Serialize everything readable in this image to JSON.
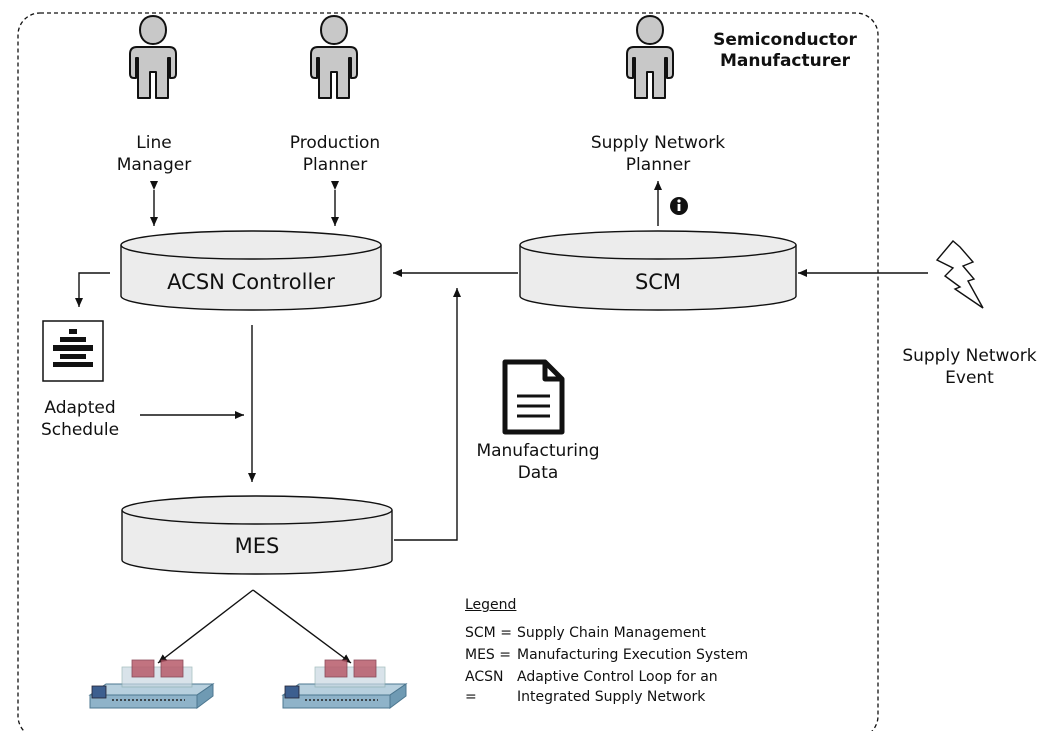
{
  "boundary": {
    "title_line1": "Semiconductor",
    "title_line2": "Manufacturer"
  },
  "actors": [
    {
      "line1": "Line",
      "line2": "Manager"
    },
    {
      "line1": "Production",
      "line2": "Planner"
    },
    {
      "line1": "Supply Network",
      "line2": "Planner"
    }
  ],
  "systems": {
    "acsn": "ACSN Controller",
    "scm": "SCM",
    "mes": "MES"
  },
  "artifacts": {
    "schedule_line1": "Adapted",
    "schedule_line2": "Schedule",
    "data_line1": "Manufacturing",
    "data_line2": "Data",
    "event_line1": "Supply Network",
    "event_line2": "Event"
  },
  "legend": {
    "title": "Legend",
    "entries": [
      {
        "abbr": "SCM =",
        "def1": "Supply Chain Management",
        "def2": ""
      },
      {
        "abbr": "MES =",
        "def1": "Manufacturing Execution System",
        "def2": ""
      },
      {
        "abbr": "ACSN =",
        "def1": "Adaptive Control Loop for an",
        "def2": "Integrated Supply Network"
      }
    ]
  },
  "icons": [
    "person-icon",
    "info-icon",
    "schedule-icon",
    "document-icon",
    "lightning-icon",
    "equipment-icon"
  ],
  "colors": {
    "person_fill": "#c8c8c8",
    "cylinder_fill": "#ececec",
    "equipment_blue": "#8fb3c9",
    "equipment_red": "#b85b6b"
  }
}
